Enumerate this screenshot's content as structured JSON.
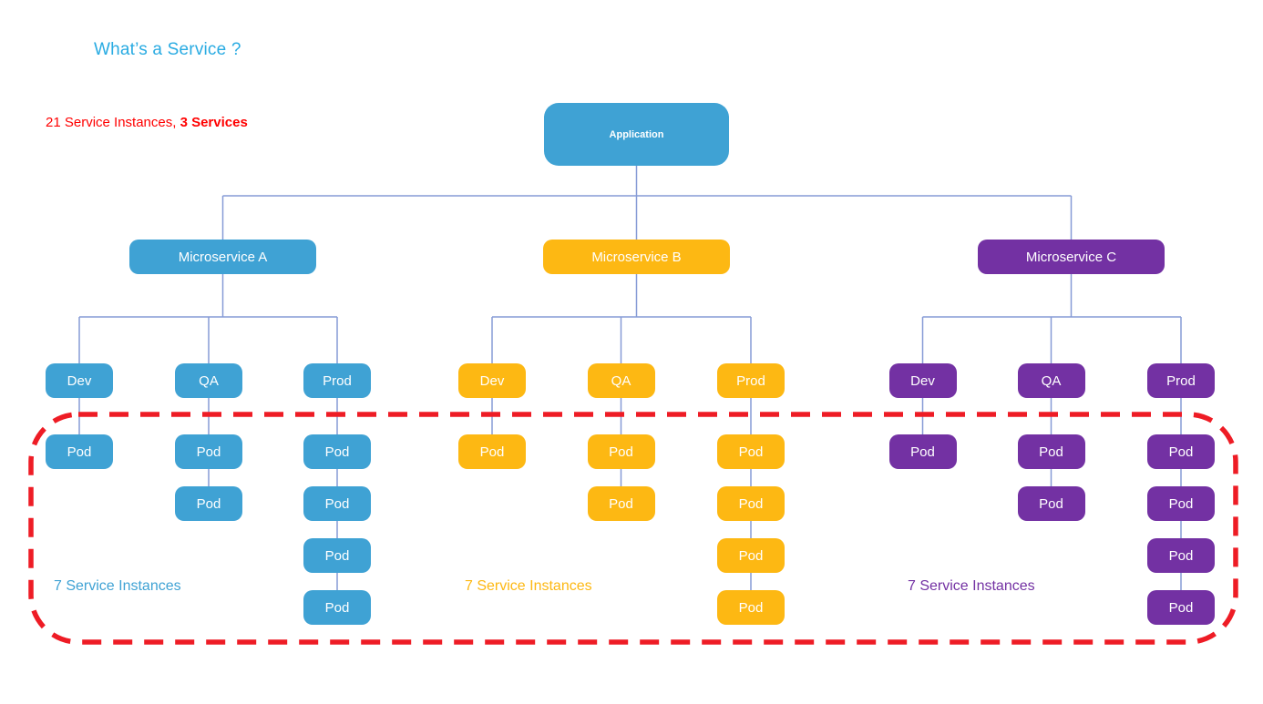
{
  "title": "What’s a Service ?",
  "subtitle": {
    "regular": "21 Service Instances, ",
    "bold": "3 Services"
  },
  "colors": {
    "blue": "#3FA2D4",
    "yellow": "#FDB813",
    "purple": "#7331A3",
    "title_blue": "#29ABE2",
    "subtitle_red": "#FF0000",
    "connector": "#869BD6",
    "highlight_red": "#EE1C25"
  },
  "application": {
    "label": "Application",
    "color": "blue"
  },
  "services": [
    {
      "label": "Microservice A",
      "color": "blue",
      "pod_label": "Pod",
      "instances_label": "7 Service Instances",
      "environments": [
        {
          "label": "Dev",
          "pod_count": 1
        },
        {
          "label": "QA",
          "pod_count": 2
        },
        {
          "label": "Prod",
          "pod_count": 4
        }
      ]
    },
    {
      "label": "Microservice B",
      "color": "yellow",
      "pod_label": "Pod",
      "instances_label": "7 Service Instances",
      "environments": [
        {
          "label": "Dev",
          "pod_count": 1
        },
        {
          "label": "QA",
          "pod_count": 2
        },
        {
          "label": "Prod",
          "pod_count": 4
        }
      ]
    },
    {
      "label": "Microservice C",
      "color": "purple",
      "pod_label": "Pod",
      "instances_label": "7 Service Instances",
      "environments": [
        {
          "label": "Dev",
          "pod_count": 1
        },
        {
          "label": "QA",
          "pod_count": 2
        },
        {
          "label": "Prod",
          "pod_count": 4
        }
      ]
    }
  ]
}
